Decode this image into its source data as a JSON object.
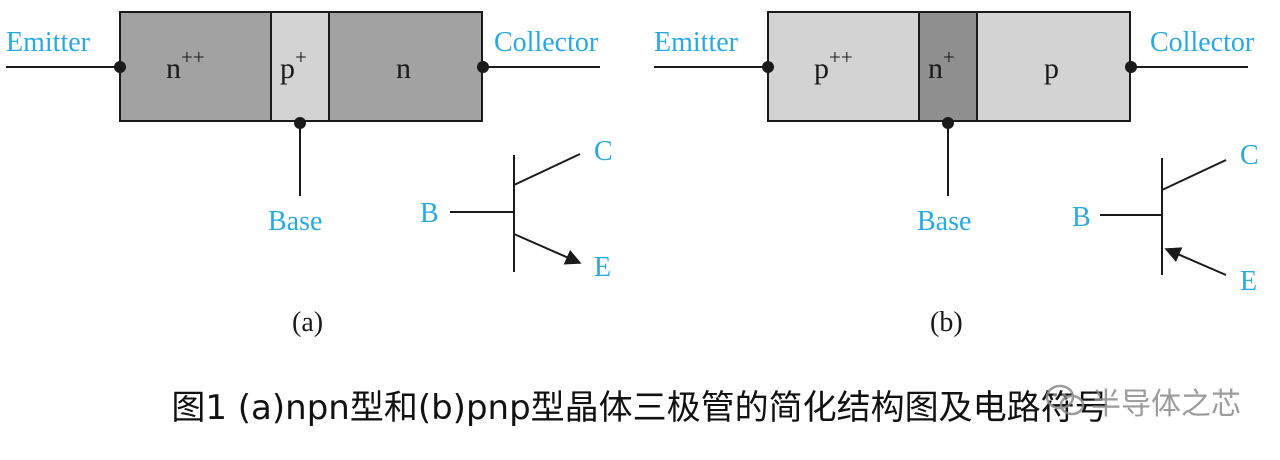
{
  "panel_a": {
    "emitter_label": "Emitter",
    "collector_label": "Collector",
    "base_label": "Base",
    "regions": [
      {
        "base": "n",
        "sup": "++"
      },
      {
        "base": "p",
        "sup": "+"
      },
      {
        "base": "n",
        "sup": ""
      }
    ],
    "symbol": {
      "b": "B",
      "c": "C",
      "e": "E"
    },
    "tag": "(a)"
  },
  "panel_b": {
    "emitter_label": "Emitter",
    "collector_label": "Collector",
    "base_label": "Base",
    "regions": [
      {
        "base": "p",
        "sup": "++"
      },
      {
        "base": "n",
        "sup": "+"
      },
      {
        "base": "p",
        "sup": ""
      }
    ],
    "symbol": {
      "b": "B",
      "c": "C",
      "e": "E"
    },
    "tag": "(b)"
  },
  "caption": "图1 (a)npn型和(b)pnp型晶体三极管的简化结构图及电路符号",
  "watermark": "半导体之芯",
  "colors": {
    "label_blue": "#29a9e0",
    "dark_region": "#a2a2a2",
    "light_region": "#d3d3d3",
    "mid_region": "#8f8f8f"
  }
}
